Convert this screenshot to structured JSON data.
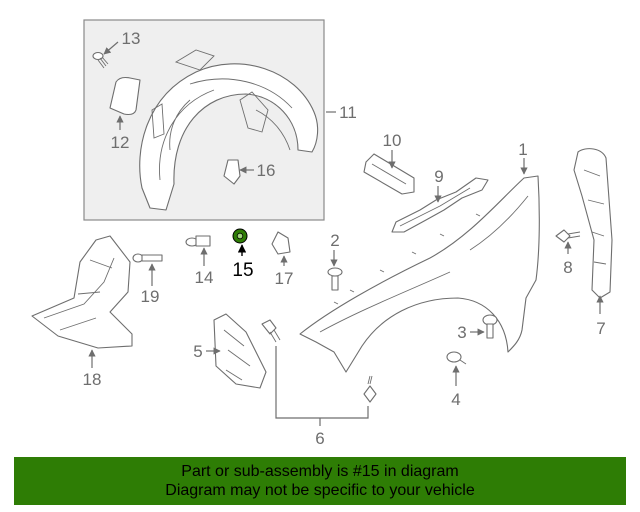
{
  "diagram": {
    "callouts": [
      "1",
      "2",
      "3",
      "4",
      "5",
      "6",
      "7",
      "8",
      "9",
      "10",
      "11",
      "12",
      "13",
      "14",
      "15",
      "16",
      "17",
      "18",
      "19"
    ],
    "highlighted_callout": "15",
    "highlight_color": "#2e7d05",
    "line_color": "#6e6e6e",
    "panel_border_color": "#8a8a8a",
    "panel_fill_color": "#efefef"
  },
  "banner": {
    "line1": "Part or sub-assembly is #15 in diagram",
    "line2": "Diagram may not be specific to your vehicle",
    "background_color": "#2e7d05"
  }
}
